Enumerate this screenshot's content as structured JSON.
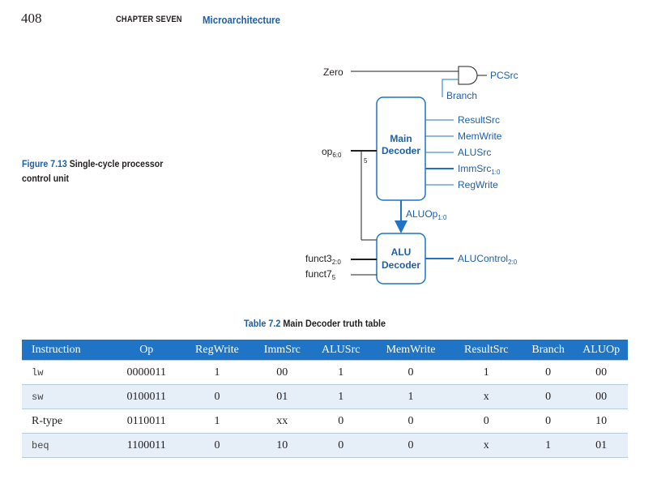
{
  "header": {
    "page_number": "408",
    "chapter_label": "CHAPTER SEVEN",
    "chapter_title": "Microarchitecture"
  },
  "figure": {
    "number": "Figure 7.13",
    "caption": "Single-cycle processor control unit",
    "colors": {
      "accent": "#1f5ea8",
      "line": "#1f74c6"
    },
    "inputs": {
      "zero": "Zero",
      "op": "op",
      "op_sub": "6:0",
      "funct3": "funct3",
      "funct3_sub": "2:0",
      "funct7": "funct7",
      "funct7_sub": "5"
    },
    "bus_width": "5",
    "branch_label": "Branch",
    "pcsrc_label": "PCSrc",
    "main_decoder": {
      "line1": "Main",
      "line2": "Decoder"
    },
    "alu_decoder": {
      "line1": "ALU",
      "line2": "Decoder"
    },
    "aluop": {
      "label": "ALUOp",
      "sub": "1:0"
    },
    "main_outputs": [
      {
        "label": "ResultSrc",
        "sub": ""
      },
      {
        "label": "MemWrite",
        "sub": ""
      },
      {
        "label": "ALUSrc",
        "sub": ""
      },
      {
        "label": "ImmSrc",
        "sub": "1:0"
      },
      {
        "label": "RegWrite",
        "sub": ""
      }
    ],
    "alu_output": {
      "label": "ALUControl",
      "sub": "2:0"
    }
  },
  "table": {
    "number": "Table 7.2",
    "caption": "Main Decoder truth table",
    "headers": [
      "Instruction",
      "Op",
      "RegWrite",
      "ImmSrc",
      "ALUSrc",
      "MemWrite",
      "ResultSrc",
      "Branch",
      "ALUOp"
    ],
    "rows": [
      [
        "lw",
        "0000011",
        "1",
        "00",
        "1",
        "0",
        "1",
        "0",
        "00"
      ],
      [
        "sw",
        "0100011",
        "0",
        "01",
        "1",
        "1",
        "x",
        "0",
        "00"
      ],
      [
        "R-type",
        "0110011",
        "1",
        "xx",
        "0",
        "0",
        "0",
        "0",
        "10"
      ],
      [
        "beq",
        "1100011",
        "0",
        "10",
        "0",
        "0",
        "x",
        "1",
        "01"
      ]
    ]
  }
}
